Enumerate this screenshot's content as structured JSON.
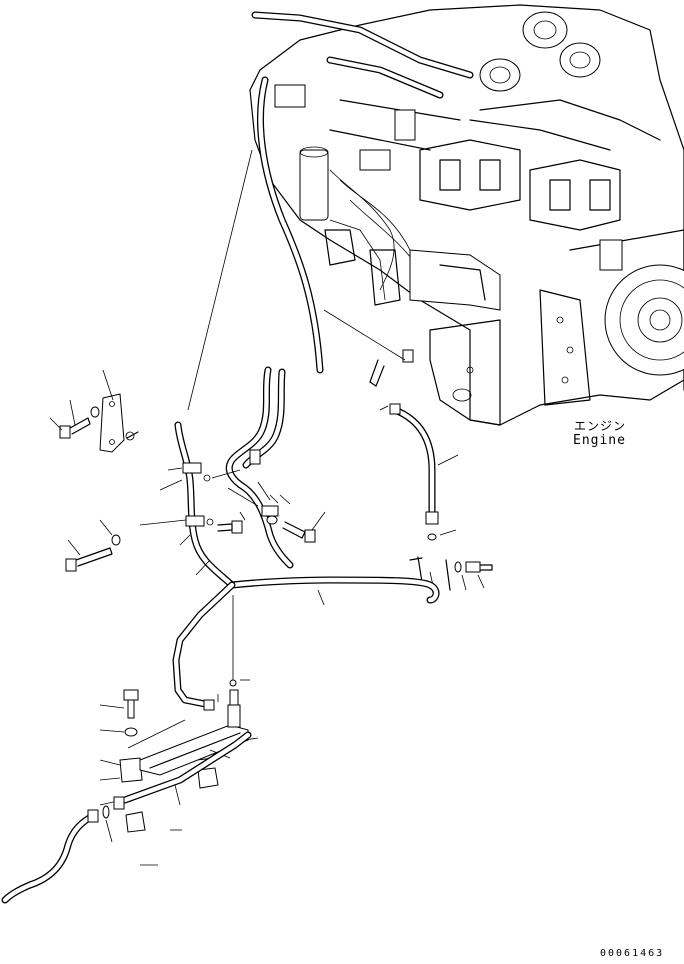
{
  "engine_label": {
    "japanese": "エンジン",
    "english": "Engine"
  },
  "document_number": "00061463",
  "icons": [
    "engine-assembly",
    "bolt",
    "washer",
    "bracket",
    "hose",
    "tube",
    "clamp",
    "o-ring",
    "connector"
  ]
}
